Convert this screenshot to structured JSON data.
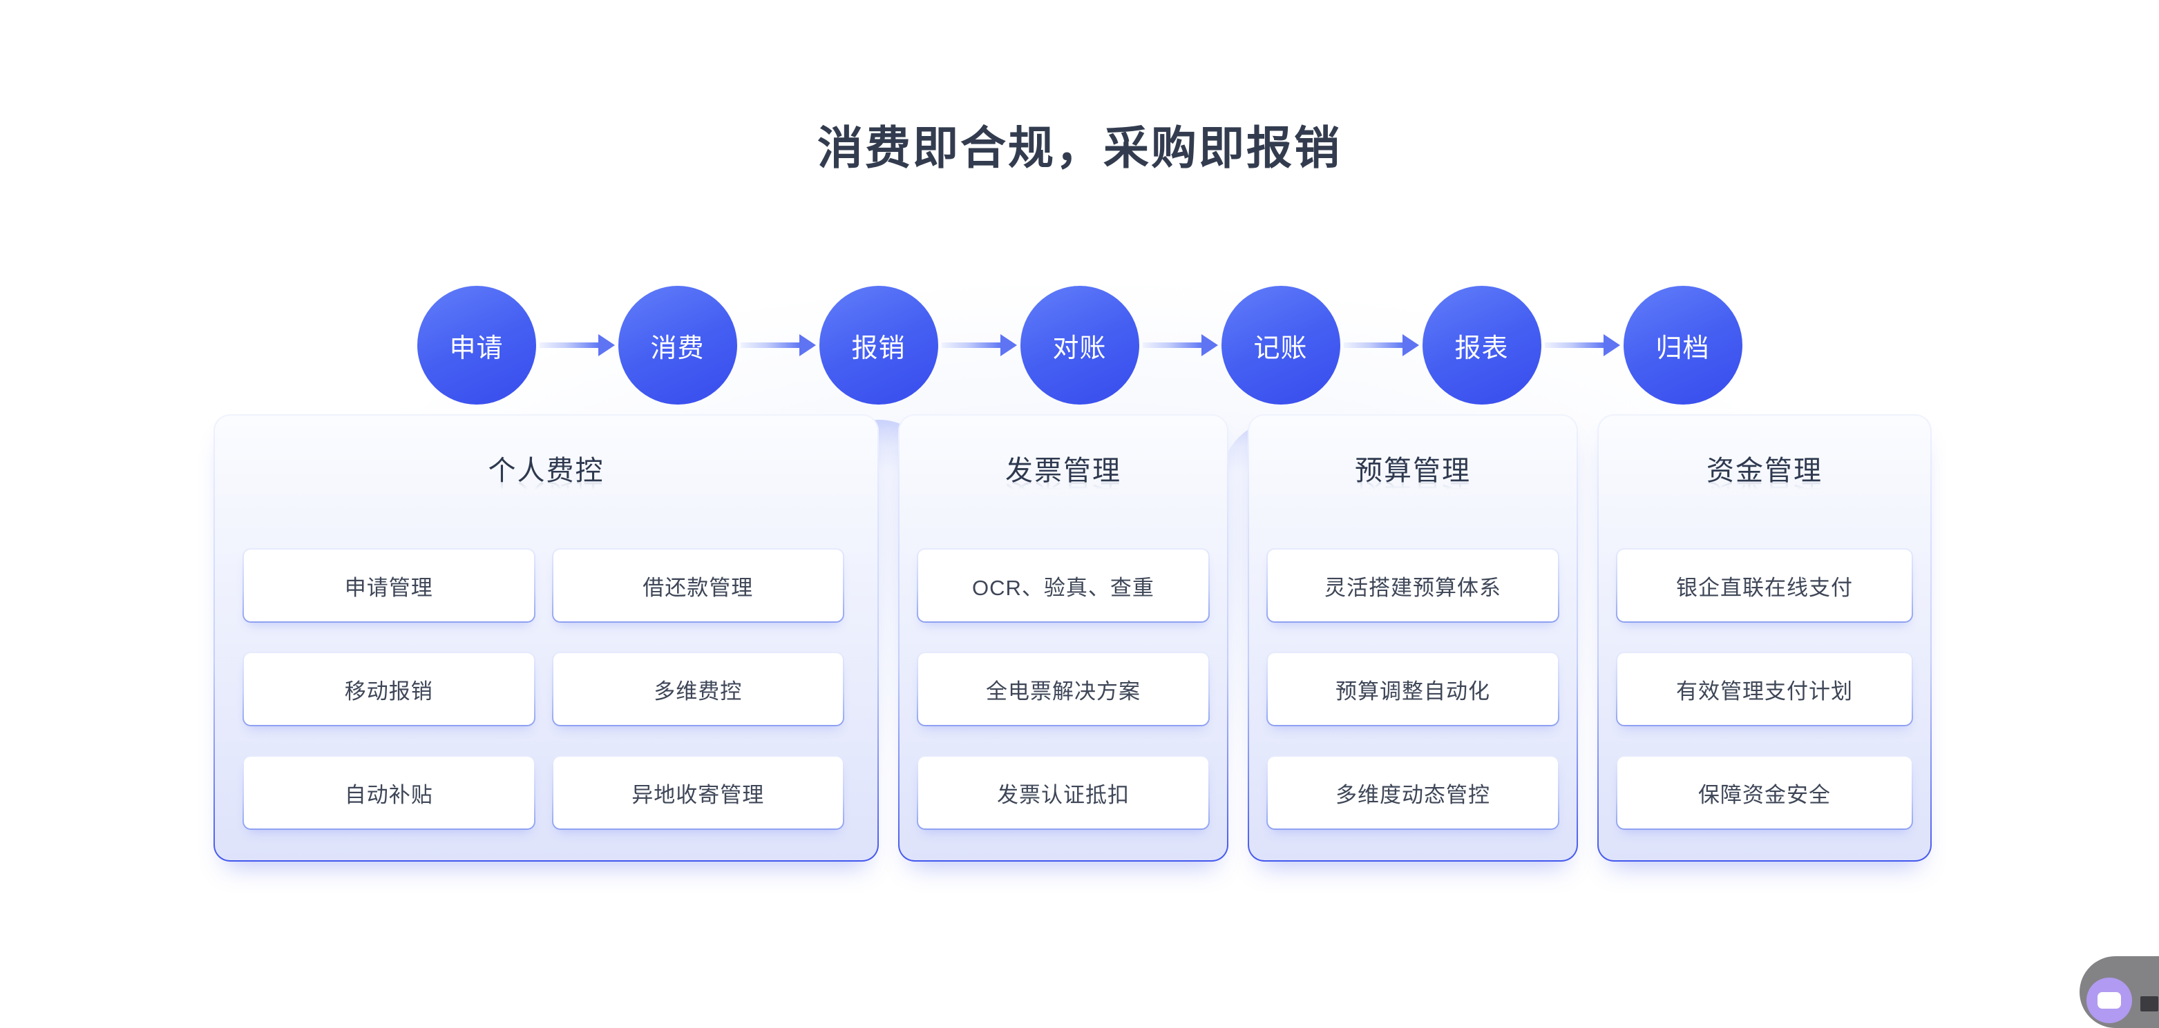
{
  "page": {
    "title": "消费即合规，采购即报销"
  },
  "flow": {
    "steps": [
      "申请",
      "消费",
      "报销",
      "对账",
      "记账",
      "报表",
      "归档"
    ]
  },
  "cards": [
    {
      "title": "个人费控",
      "items": [
        "申请管理",
        "借还款管理",
        "移动报销",
        "多维费控",
        "自动补贴",
        "异地收寄管理"
      ]
    },
    {
      "title": "发票管理",
      "items": [
        "OCR、验真、查重",
        "全电票解决方案",
        "发票认证抵扣"
      ]
    },
    {
      "title": "预算管理",
      "items": [
        "灵活搭建预算体系",
        "预算调整自动化",
        "多维度动态管控"
      ]
    },
    {
      "title": "资金管理",
      "items": [
        "银企直联在线支付",
        "有效管理支付计划",
        "保障资金安全"
      ]
    }
  ],
  "colors": {
    "accent_blue": "#455FF2",
    "circle_gradient_top": "#5d79f8",
    "circle_gradient_bottom": "#3a4fee",
    "title_text": "#333C4F",
    "item_text": "#3E4657",
    "card_border_bottom": "#4457ee"
  },
  "chat_widget": {
    "icon": "chat-bubble-icon"
  }
}
